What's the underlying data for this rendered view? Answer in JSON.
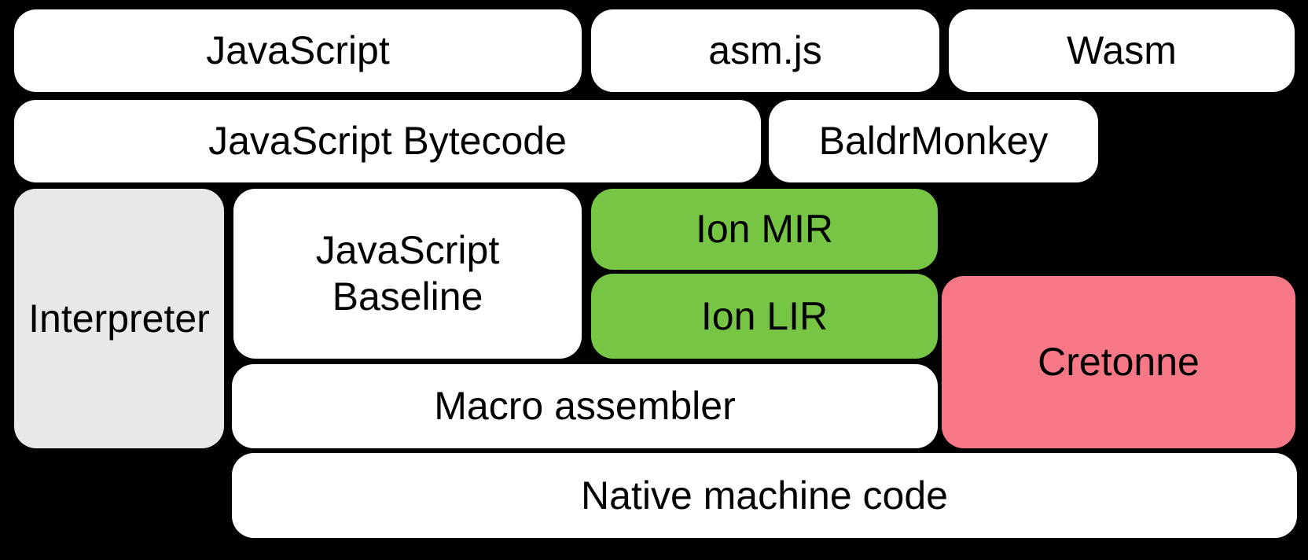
{
  "diagram": {
    "colors": {
      "background": "#000000",
      "box_default": "#ffffff",
      "box_interpreter": "#e8e8e7",
      "box_ion": "#76c545",
      "box_cretonne": "#f67886",
      "text": "#000000"
    },
    "boxes": {
      "javascript": {
        "label": "JavaScript"
      },
      "asm_js": {
        "label": "asm.js"
      },
      "wasm": {
        "label": "Wasm"
      },
      "javascript_bytecode": {
        "label": "JavaScript Bytecode"
      },
      "baldrmonkey": {
        "label": "BaldrMonkey"
      },
      "interpreter": {
        "label": "Interpreter"
      },
      "javascript_baseline": {
        "label": "JavaScript Baseline"
      },
      "ion_mir": {
        "label": "Ion MIR"
      },
      "ion_lir": {
        "label": "Ion LIR"
      },
      "cretonne": {
        "label": "Cretonne"
      },
      "macro_assembler": {
        "label": "Macro assembler"
      },
      "native_machine_code": {
        "label": "Native machine code"
      }
    }
  }
}
